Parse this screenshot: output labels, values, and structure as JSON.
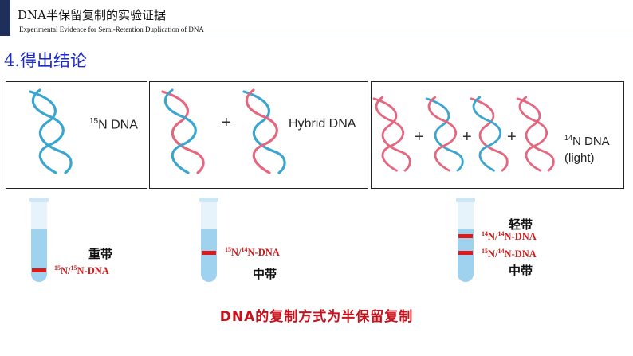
{
  "header": {
    "title": "DNA半保留复制的实验证据",
    "subtitle": "Experimental Evidence for Semi-Retention Duplication of DNA"
  },
  "section_title": "4.得出结论",
  "panels": [
    {
      "label_sup": "15",
      "label_rest": "N DNA"
    },
    {
      "plus": "+",
      "label": "Hybrid DNA"
    },
    {
      "plus1": "+",
      "plus2": "+",
      "plus3": "+",
      "label_sup": "14",
      "label_rest": "N DNA",
      "label_line2": "(light)"
    }
  ],
  "tubes": [
    {
      "band_name": "重带",
      "sup1": "15",
      "mid": "N/",
      "sup2": "15",
      "rest": "N-DNA"
    },
    {
      "band_name": "中带",
      "sup1": "15",
      "mid": "N/",
      "sup2": "14",
      "rest": "N-DNA"
    },
    {
      "band_name_top": "轻带",
      "band_name_bottom": "中带",
      "label_top": {
        "sup1": "14",
        "mid": "N/",
        "sup2": "14",
        "rest": "N-DNA"
      },
      "label_bottom": {
        "sup1": "15",
        "mid": "N/",
        "sup2": "14",
        "rest": "N-DNA"
      }
    }
  ],
  "conclusion": "DNA的复制方式为半保留复制",
  "colors": {
    "heavy_strand": "#3aa6cf",
    "light_strand": "#e4677f",
    "band": "#d81b1b",
    "accent": "#1a2ac8"
  }
}
